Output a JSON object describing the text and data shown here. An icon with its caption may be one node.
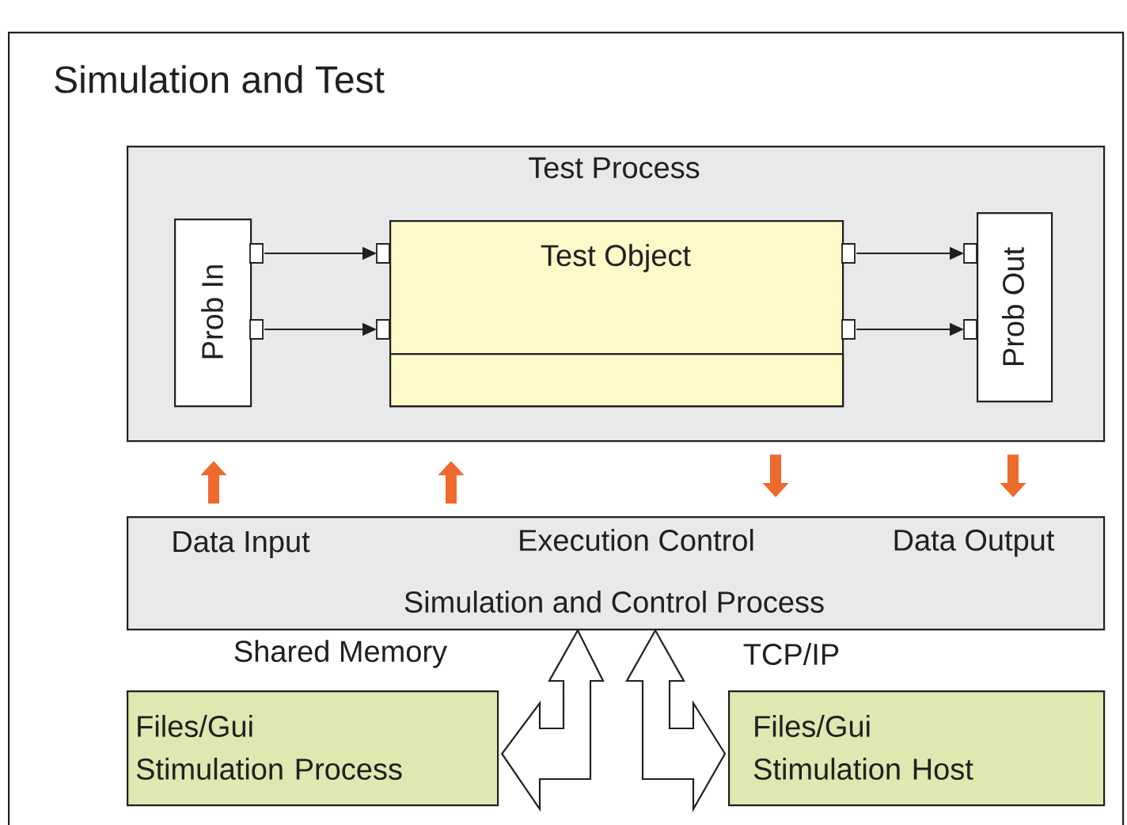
{
  "diagram": {
    "nodes": [
      {
        "text": [
          "Simulation and Test"
        ]
      },
      {
        "text": [
          "Test Process"
        ],
        "in": 0
      },
      {
        "text": [
          "Prob In"
        ],
        "in": 1
      },
      {
        "text": [
          "Test Object"
        ],
        "in": 1
      },
      {
        "text": [],
        "shape": "box",
        "in": 3
      },
      {
        "text": [
          "Prob Out"
        ],
        "in": 1
      },
      {
        "text": [
          "Data Input",
          "Execution Control",
          "Data Output",
          "Simulation and Control Process"
        ],
        "in": 0
      },
      {
        "text": [
          "Files/Gui Stimulation Process"
        ],
        "in": 0
      },
      {
        "text": [
          "Files/Gui Stimulation Host"
        ],
        "in": 0
      }
    ],
    "edges": [
      {
        "from": 2,
        "to": 3,
        "arrow": "to"
      },
      {
        "from": 2,
        "to": 3,
        "arrow": "to"
      },
      {
        "from": 3,
        "to": 5,
        "arrow": "to"
      },
      {
        "from": 3,
        "to": 5,
        "arrow": "to"
      },
      {
        "from": 6,
        "to": 1,
        "arrow": "to",
        "style": "thick",
        "color": "#ee6a2c"
      },
      {
        "from": 6,
        "to": 1,
        "arrow": "to",
        "style": "thick",
        "color": "#ee6a2c"
      },
      {
        "from": 1,
        "to": 6,
        "arrow": "to",
        "style": "thick",
        "color": "#ee6a2c"
      },
      {
        "from": 1,
        "to": 6,
        "arrow": "to",
        "style": "thick",
        "color": "#ee6a2c"
      },
      {
        "from": 6,
        "to": 7,
        "arrow": "both",
        "label": "Shared Memory"
      },
      {
        "from": 6,
        "to": 8,
        "arrow": "both",
        "label": "TCP/IP"
      }
    ]
  }
}
